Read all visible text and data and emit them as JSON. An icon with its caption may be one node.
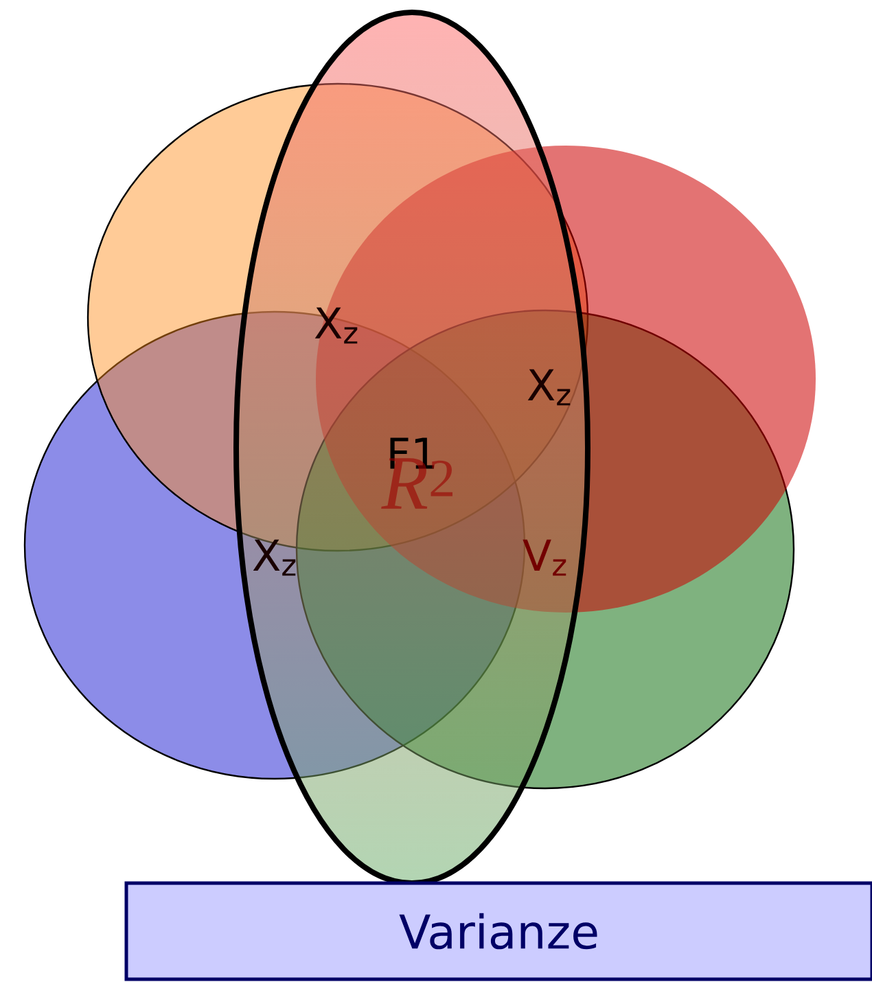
{
  "diagram": {
    "nodes": [
      {
        "text": [
          "Varianze"
        ]
      }
    ],
    "labels": [
      "X$_{z}$",
      "X$_{z}$",
      "F1",
      "*R*$^{2}$",
      "X$_{z}$",
      "V$_{z}$"
    ]
  }
}
